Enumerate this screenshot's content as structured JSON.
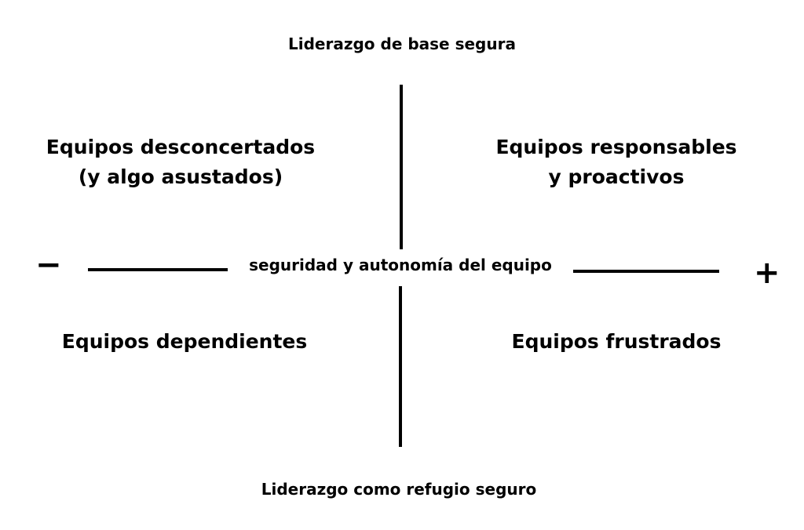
{
  "diagram": {
    "top_label": "Liderazgo de base segura",
    "bottom_label": "Liderazgo como refugio seguro",
    "horizontal_axis_label": "seguridad y autonomía del equipo",
    "minus_sign": "−",
    "plus_sign": "+",
    "quadrants": {
      "top_left": [
        "Equipos desconcertados",
        "(y algo asustados)"
      ],
      "top_right": [
        "Equipos responsables",
        "y proactivos"
      ],
      "bottom_left": [
        "Equipos dependientes"
      ],
      "bottom_right": [
        "Equipos frustrados"
      ]
    }
  }
}
